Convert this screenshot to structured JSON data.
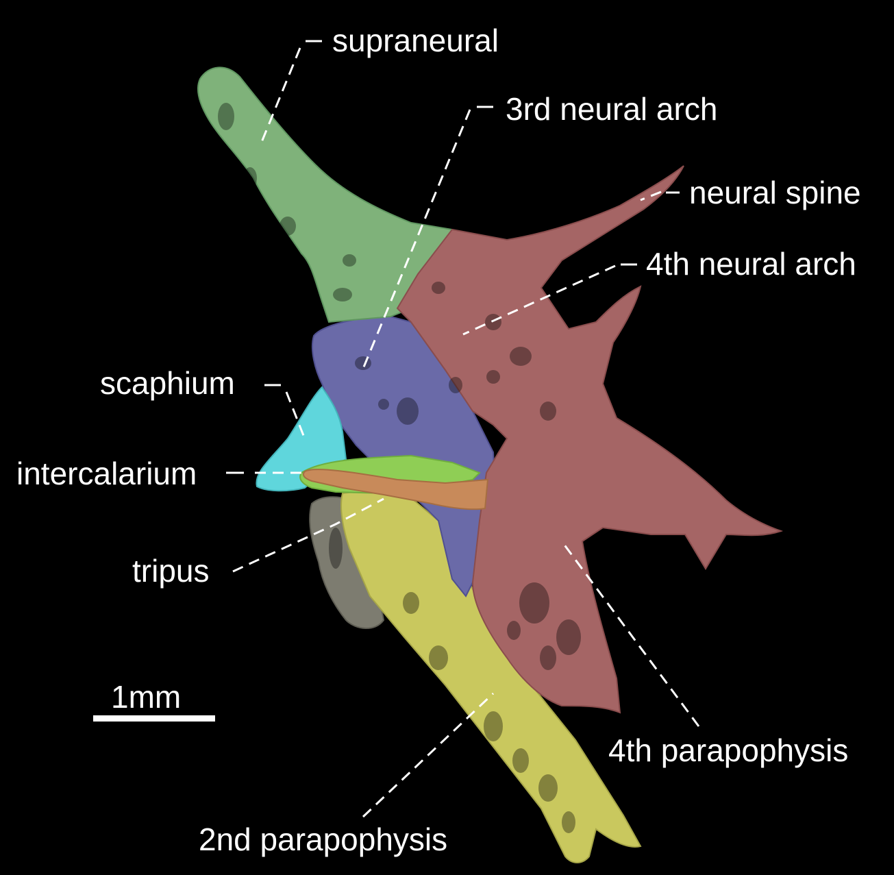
{
  "labels": {
    "supraneural": "supraneural",
    "third_neural_arch": "3rd neural arch",
    "neural_spine": "neural spine",
    "fourth_neural_arch": "4th neural arch",
    "scaphium": "scaphium",
    "intercalarium": "intercalarium",
    "tripus": "tripus",
    "fourth_parapophysis": "4th parapophysis",
    "second_parapophysis": "2nd parapophysis"
  },
  "scale_bar": {
    "label": "1mm"
  },
  "colors": {
    "background": "#000000",
    "supraneural": "#7fb27a",
    "third_neural_arch": "#6a6aa8",
    "fourth_neural_arch": "#a56565",
    "scaphium": "#5fd6dc",
    "intercalarium": "#8fce55",
    "tripus_rod": "#c88a5a",
    "tripus_body": "#7d7c70",
    "second_parapophysis": "#c9c85e",
    "labels": "#ffffff"
  }
}
